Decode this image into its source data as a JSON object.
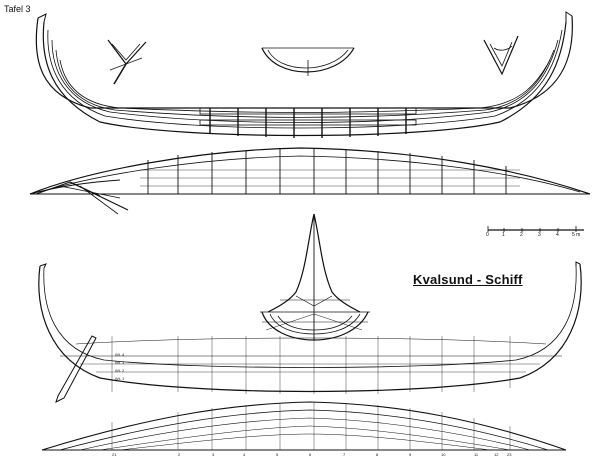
{
  "plate_label": "Tafel 3",
  "title": "Kvalsund - Schiff",
  "scale_ticks": [
    "0",
    "1",
    "2",
    "3",
    "4",
    "5 m"
  ],
  "waterline_labels": [
    "WL 4",
    "WL 3",
    "WL 2",
    "WL 1"
  ],
  "station_numbers": [
    "21",
    "2",
    "3",
    "4",
    "5",
    "6",
    "7",
    "8",
    "9",
    "10",
    "11",
    "12",
    "23"
  ]
}
